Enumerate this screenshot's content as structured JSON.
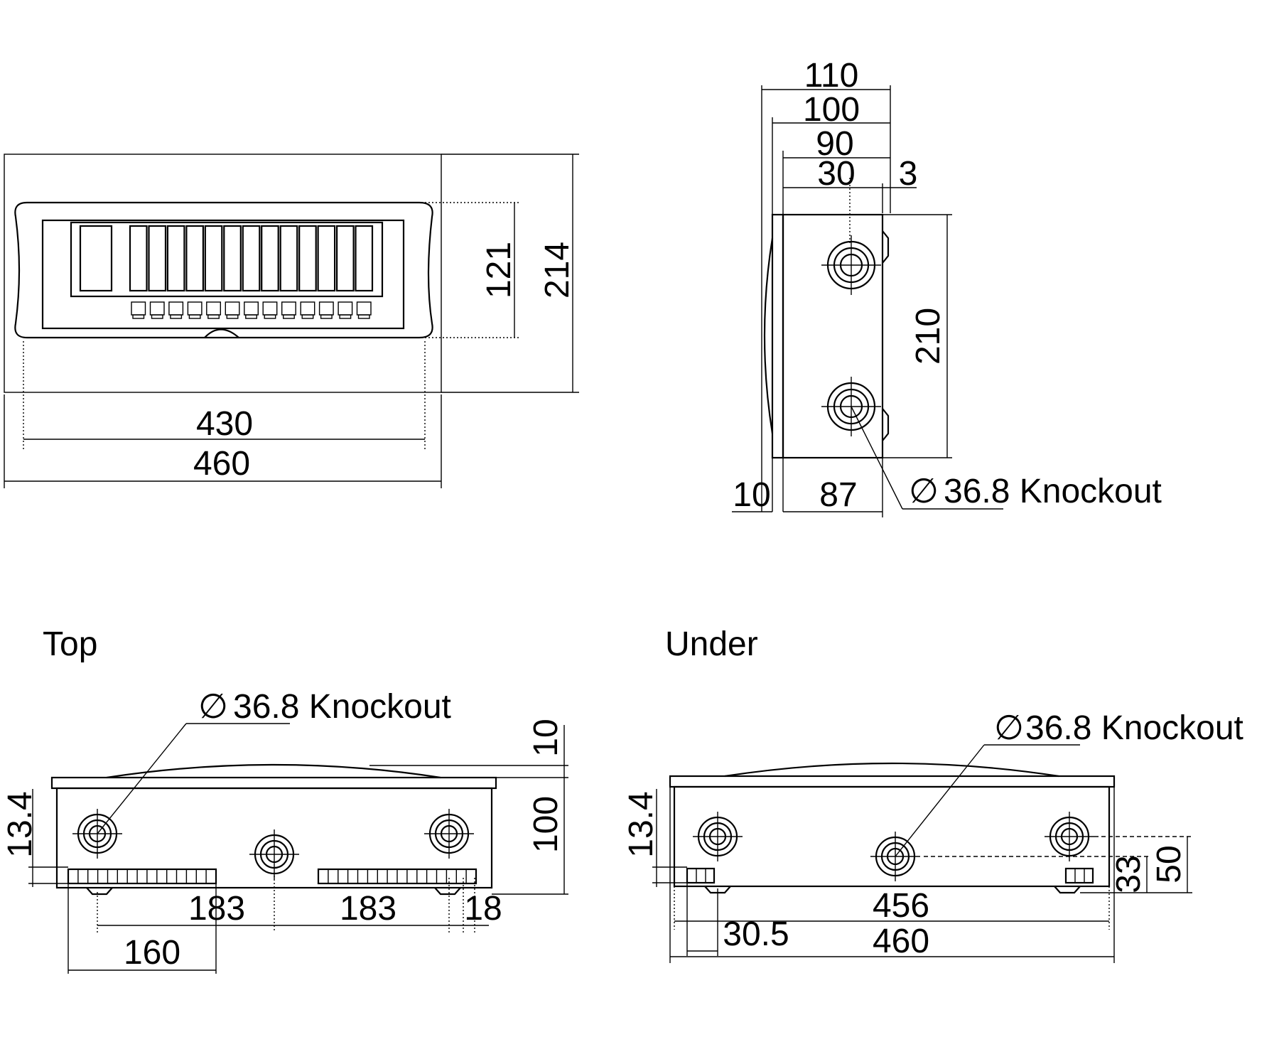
{
  "front_view": {
    "dim_width_outer": "460",
    "dim_width_inner": "430",
    "dim_height_outer": "214",
    "dim_height_inner": "121",
    "breaker_modules": 13
  },
  "side_view": {
    "dim_110": "110",
    "dim_100": "100",
    "dim_90": "90",
    "dim_30": "30",
    "dim_3": "3",
    "dim_210": "210",
    "dim_10": "10",
    "dim_87": "87",
    "knockout_label": "36.8 Knockout",
    "diameter_symbol": "∅"
  },
  "top_view": {
    "title": "Top",
    "knockout_label": "36.8 Knockout",
    "diameter_symbol": "∅",
    "dim_10": "10",
    "dim_100": "100",
    "dim_13_4": "13.4",
    "dim_183_left": "183",
    "dim_183_right": "183",
    "dim_18": "18",
    "dim_160": "160"
  },
  "under_view": {
    "title": "Under",
    "knockout_label": "36.8 Knockout",
    "diameter_symbol": "∅",
    "dim_13_4": "13.4",
    "dim_33": "33",
    "dim_50": "50",
    "dim_456": "456",
    "dim_460": "460",
    "dim_30_5": "30.5"
  }
}
